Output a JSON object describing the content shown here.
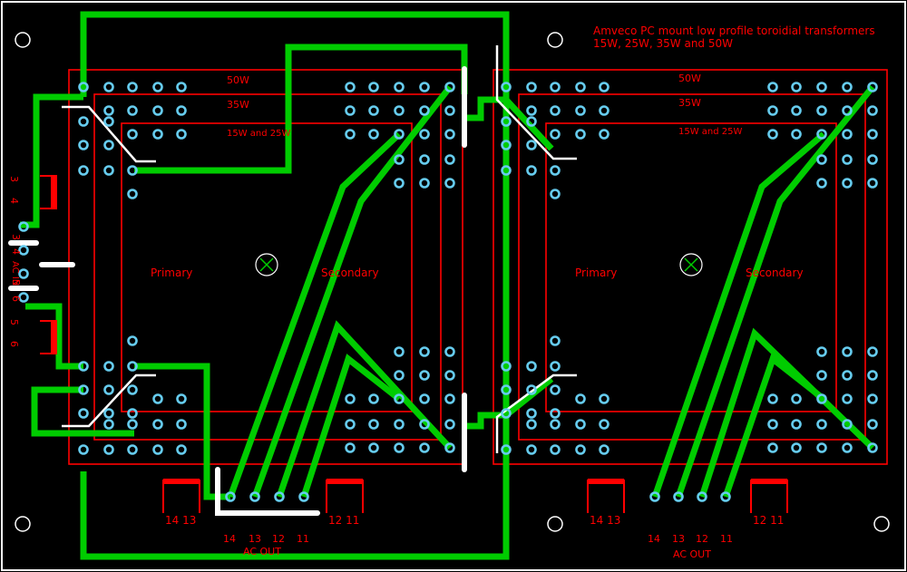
{
  "title_lines": [
    "Amveco PC mount low profile toroidial transformers",
    "15W, 25W, 35W and 50W"
  ],
  "size_labels": [
    "50W",
    "35W",
    "15W and 25W"
  ],
  "section_labels": {
    "primary": "Primary",
    "secondary": "Secondary"
  },
  "ac_in": {
    "text": "AC IN",
    "pins_upper": [
      "3",
      "4"
    ],
    "pins_lower": [
      "5",
      "6"
    ]
  },
  "ac_out": {
    "text": "AC OUT",
    "pins": [
      "14",
      "13",
      "12",
      "11"
    ]
  },
  "connector_pins": {
    "left": "14 13",
    "right": "12 11"
  },
  "side_pins": {
    "upper": [
      "3",
      "4"
    ],
    "lower": [
      "5",
      "6"
    ]
  },
  "colors": {
    "background": "#000000",
    "board_outline": "#ffffff",
    "silkscreen": "#ff0000",
    "copper": "#00cc00",
    "pad": "#66ccee",
    "jumper": "#ffffff"
  }
}
